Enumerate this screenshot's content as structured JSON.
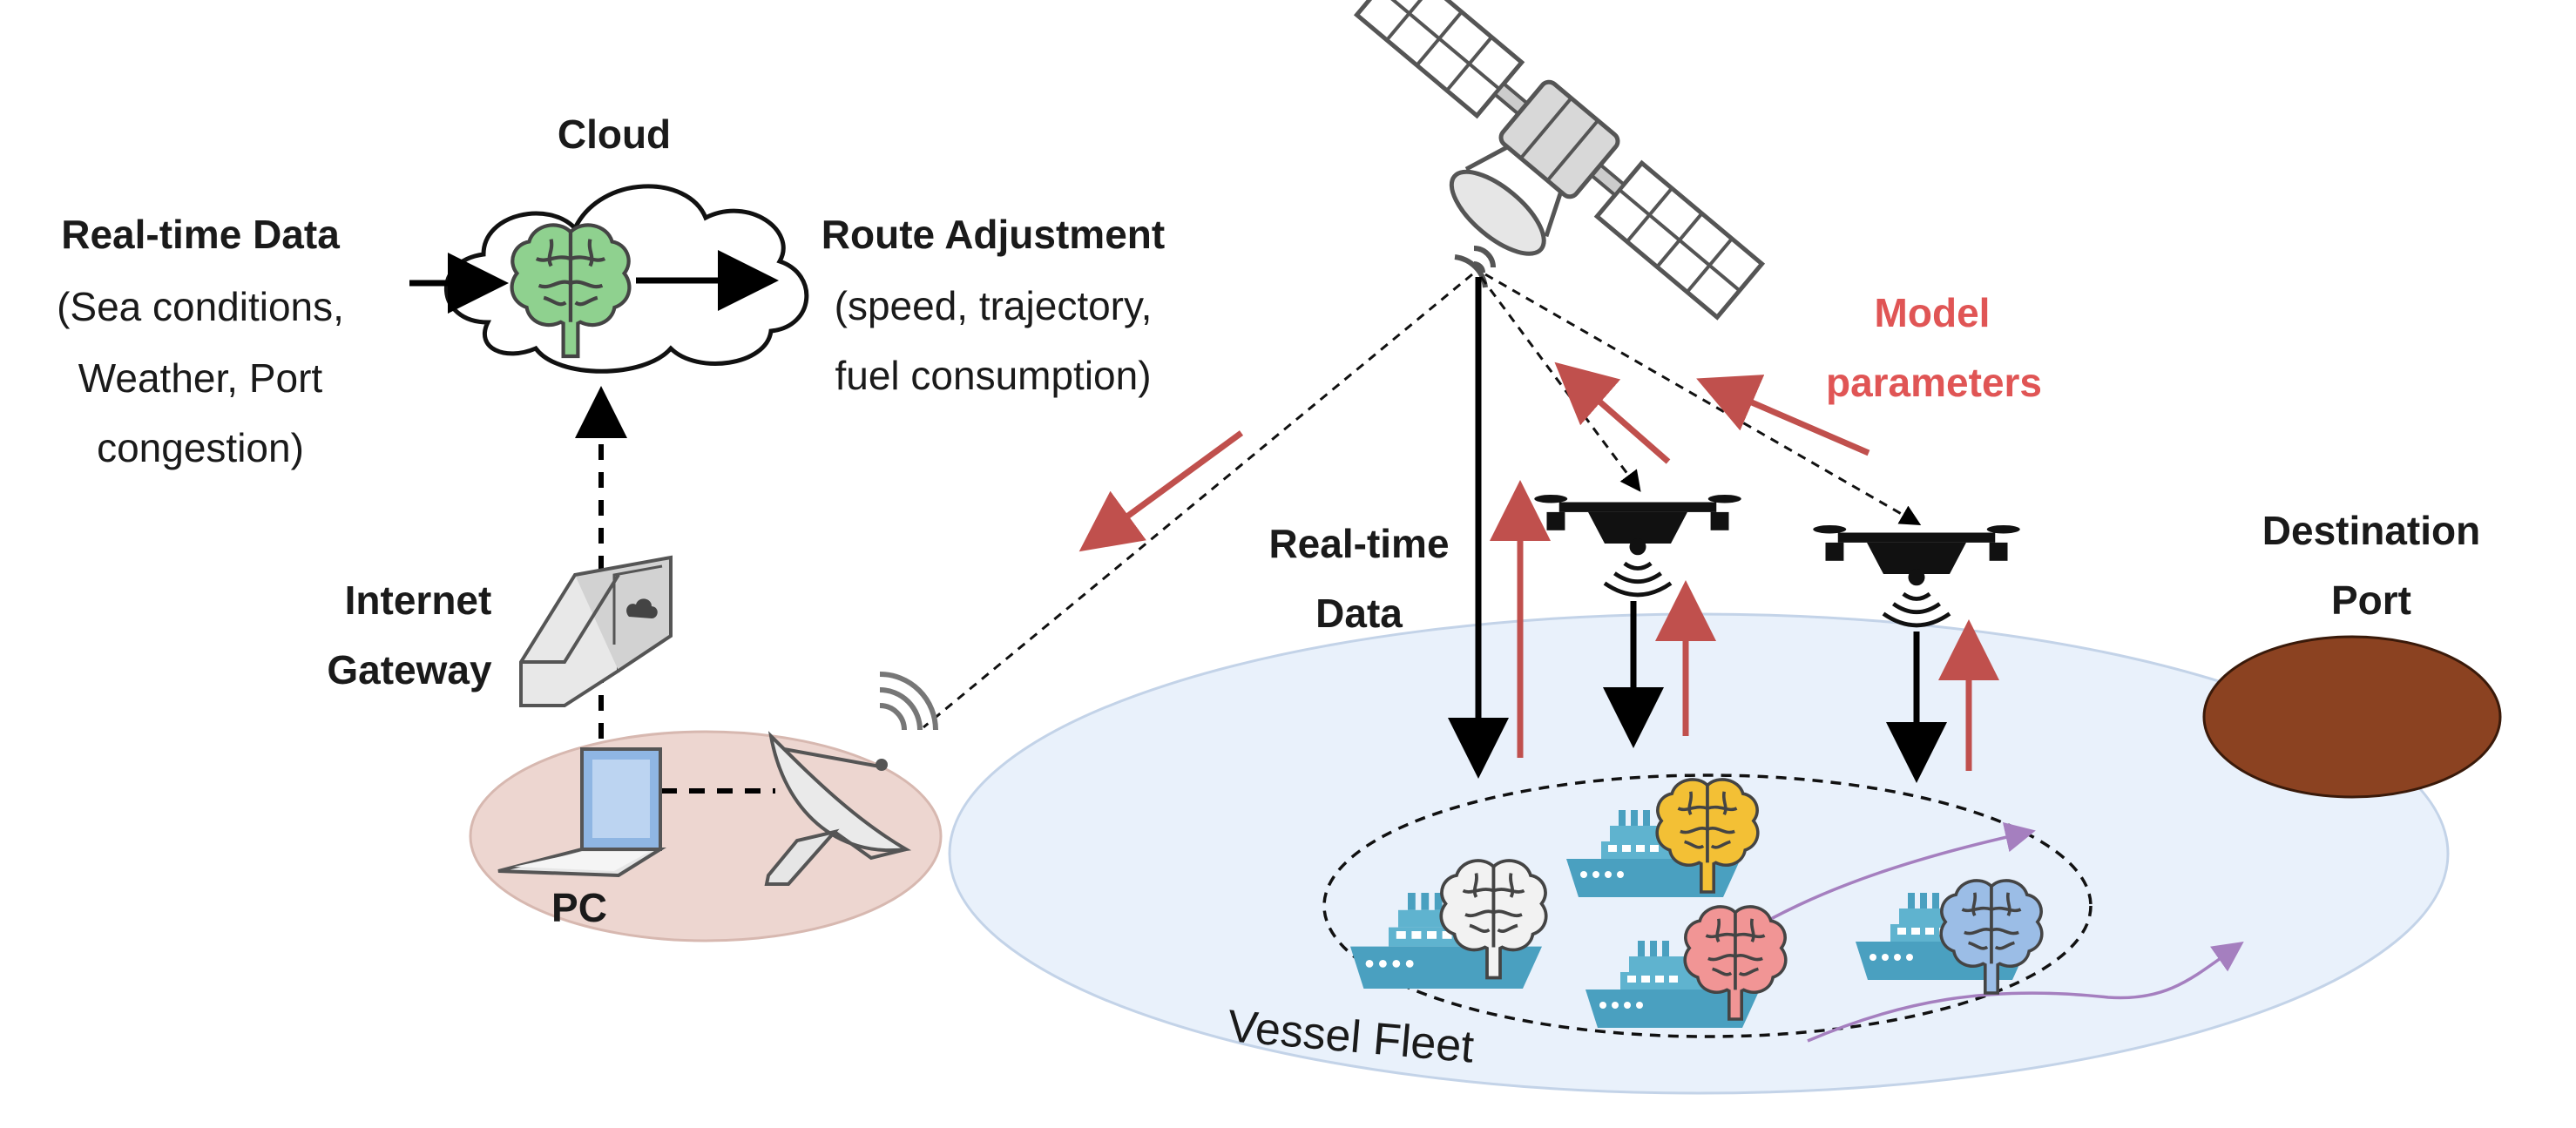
{
  "cloud": {
    "title": "Cloud",
    "input_title": "Real-time Data",
    "input_lines": [
      "(Sea conditions,",
      "Weather, Port",
      "congestion)"
    ],
    "output_title": "Route Adjustment",
    "output_lines": [
      "(speed, trajectory,",
      "fuel consumption)"
    ]
  },
  "gateway": {
    "lines": [
      "Internet",
      "Gateway"
    ]
  },
  "pc": {
    "label": "PC"
  },
  "realtime": {
    "lines": [
      "Real-time",
      "Data"
    ]
  },
  "model": {
    "lines": [
      "Model",
      "parameters"
    ]
  },
  "destination": {
    "lines": [
      "Destination",
      "Port"
    ]
  },
  "fleet": {
    "label": "Vessel Fleet"
  },
  "colors": {
    "red_arrow": "#c0504d",
    "model_text": "#e05555",
    "purple_path": "#a57fbf",
    "sea": "#e9f1fb",
    "sea_edge": "#c3d3e8",
    "pc_zone": "#edd6d0",
    "port": "#8b4221",
    "ship": "#4aa0c0",
    "brain_green": "#8fd18f",
    "brain_yellow": "#f3c035",
    "brain_red": "#f19595",
    "brain_blue": "#9bbde6",
    "brain_white": "#f2f2f2"
  },
  "icons": [
    "satellite-icon",
    "drone-icon",
    "ship-icon",
    "brain-icon",
    "laptop-icon",
    "satellite-dish-icon",
    "internet-gateway-icon",
    "cloud-icon"
  ]
}
